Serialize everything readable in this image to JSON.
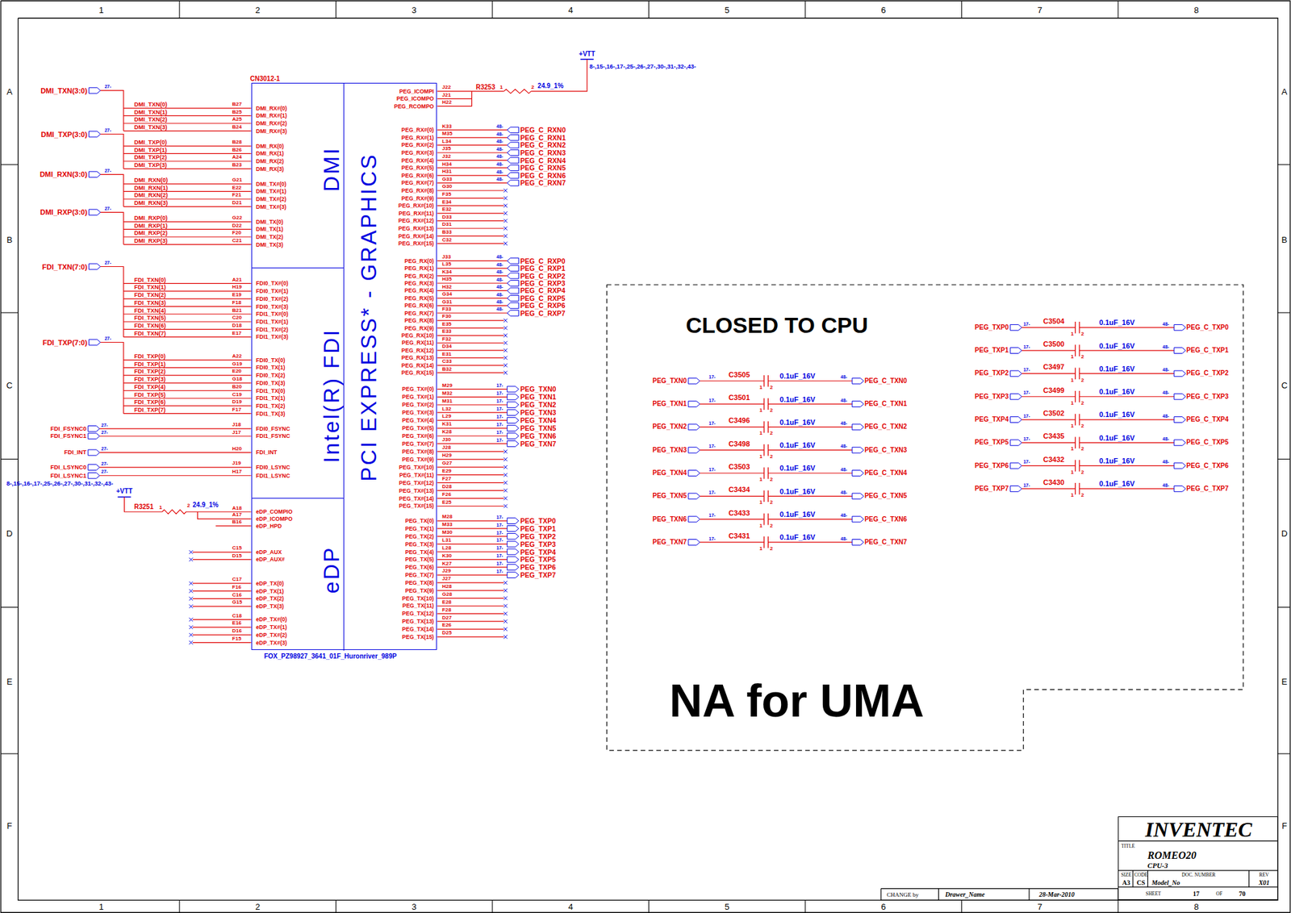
{
  "diagram": {
    "nodes": [
      {
        "text": [
          "CN3012-1",
          "FOX_PZ98927_3641_01F_Huronriver_989P"
        ]
      },
      {
        "text": [
          "DMI"
        ],
        "in": 0
      },
      {
        "text": [
          "Intel(R) FDI"
        ],
        "in": 0
      },
      {
        "text": [
          "eDP"
        ],
        "in": 0
      },
      {
        "text": [
          "PCI EXPRESS* - GRAPHICS"
        ],
        "in": 0
      },
      {
        "text": [
          "CLOSED TO CPU",
          "NA for UMA"
        ]
      },
      {
        "text": [
          "INVENTEC",
          "TITLE",
          "ROMEO20",
          "CPU-3",
          "SIZE",
          "CODE",
          "DOC. NUMBER",
          "REV",
          "A3",
          "CS",
          "Model_No",
          "X01",
          "SHEET",
          "17",
          "OF",
          "70"
        ]
      }
    ],
    "labels": [
      "1",
      "2",
      "3",
      "4",
      "5",
      "6",
      "7",
      "8",
      "1",
      "2",
      "3",
      "4",
      "5",
      "6",
      "7",
      "8",
      "A",
      "B",
      "C",
      "D",
      "E",
      "F",
      "A",
      "B",
      "C",
      "D",
      "E",
      "F",
      "DMI_TXN(3:0)",
      "27-",
      "DMI_TXN(0)",
      "DMI_TXN(1)",
      "DMI_TXN(2)",
      "DMI_TXN(3)",
      "B27",
      "B25",
      "A25",
      "B24",
      "DMI_RX#(0)",
      "DMI_RX#(1)",
      "DMI_RX#(2)",
      "DMI_RX#(3)",
      "DMI_TXP(3:0)",
      "27-",
      "DMI_TXP(0)",
      "DMI_TXP(1)",
      "DMI_TXP(2)",
      "DMI_TXP(3)",
      "B28",
      "B26",
      "A24",
      "B23",
      "DMI_RX(0)",
      "DMI_RX(1)",
      "DMI_RX(2)",
      "DMI_RX(3)",
      "DMI_RXN(3:0)",
      "27-",
      "DMI_RXN(0)",
      "DMI_RXN(1)",
      "DMI_RXN(2)",
      "DMI_RXN(3)",
      "G21",
      "E22",
      "F21",
      "D21",
      "DMI_TX#(0)",
      "DMI_TX#(1)",
      "DMI_TX#(2)",
      "DMI_TX#(3)",
      "DMI_RXP(3:0)",
      "27-",
      "DMI_RXP(0)",
      "DMI_RXP(1)",
      "DMI_RXP(2)",
      "DMI_RXP(3)",
      "G22",
      "D22",
      "F20",
      "C21",
      "DMI_TX(0)",
      "DMI_TX(1)",
      "DMI_TX(2)",
      "DMI_TX(3)",
      "FDI_TXN(7:0)",
      "27-",
      "FDI_TXN(0)",
      "FDI_TXN(1)",
      "FDI_TXN(2)",
      "FDI_TXN(3)",
      "FDI_TXN(4)",
      "FDI_TXN(5)",
      "FDI_TXN(6)",
      "FDI_TXN(7)",
      "A21",
      "H19",
      "E19",
      "F18",
      "B21",
      "C20",
      "D18",
      "E17",
      "FDI0_TX#(0)",
      "FDI0_TX#(1)",
      "FDI0_TX#(2)",
      "FDI0_TX#(3)",
      "FDI1_TX#(0)",
      "FDI1_TX#(1)",
      "FDI1_TX#(2)",
      "FDI1_TX#(3)",
      "FDI_TXP(7:0)",
      "27-",
      "FDI_TXP(0)",
      "FDI_TXP(1)",
      "FDI_TXP(2)",
      "FDI_TXP(3)",
      "FDI_TXP(4)",
      "FDI_TXP(5)",
      "FDI_TXP(6)",
      "FDI_TXP(7)",
      "A22",
      "G19",
      "E20",
      "G18",
      "B20",
      "C19",
      "D19",
      "F17",
      "FDI0_TX(0)",
      "FDI0_TX(1)",
      "FDI0_TX(2)",
      "FDI0_TX(3)",
      "FDI1_TX(0)",
      "FDI1_TX(1)",
      "FDI1_TX(2)",
      "FDI1_TX(3)",
      "FDI_FSYNC0",
      "27-",
      "J18",
      "FDI0_FSYNC",
      "FDI_FSYNC1",
      "27-",
      "J17",
      "FDI1_FSYNC",
      "FDI_INT",
      "27-",
      "H20",
      "FDI_INT",
      "FDI_LSYNC0",
      "27-",
      "J19",
      "FDI0_LSYNC",
      "FDI_LSYNC1",
      "27-",
      "H17",
      "FDI1_LSYNC",
      "8-,15-,16-,17-,25-,26-,27-,30-,31-,32-,43-",
      "+VTT",
      "R3251",
      "1",
      "2",
      "24.9_1%",
      "A18",
      "A17",
      "B16",
      "eDP_COMPIO",
      "eDP_ICOMPO",
      "eDP_HPD",
      "C15",
      "D15",
      "eDP_AUX",
      "eDP_AUX#",
      "C17",
      "F16",
      "C16",
      "G15",
      "eDP_TX(0)",
      "eDP_TX(1)",
      "eDP_TX(2)",
      "eDP_TX(3)",
      "C18",
      "E16",
      "D16",
      "F15",
      "eDP_TX#(0)",
      "eDP_TX#(1)",
      "eDP_TX#(2)",
      "eDP_TX#(3)",
      "+VTT",
      "8-,15-,16-,17-,25-,26-,27-,30-,31-,32-,43-",
      "R3253",
      "1",
      "2",
      "24.9_1%",
      "PEG_ICOMPI",
      "PEG_ICOMPO",
      "PEG_RCOMPO",
      "J22",
      "J21",
      "H22",
      "PEG_RX#(0)",
      "PEG_RX#(1)",
      "PEG_RX#(2)",
      "PEG_RX#(3)",
      "PEG_RX#(4)",
      "PEG_RX#(5)",
      "PEG_RX#(6)",
      "PEG_RX#(7)",
      "PEG_RX#(8)",
      "PEG_RX#(9)",
      "PEG_RX#(10)",
      "PEG_RX#(11)",
      "PEG_RX#(12)",
      "PEG_RX#(13)",
      "PEG_RX#(14)",
      "PEG_RX#(15)",
      "K33",
      "M35",
      "L34",
      "J35",
      "J32",
      "H34",
      "H31",
      "G33",
      "G30",
      "F35",
      "E34",
      "E32",
      "D33",
      "D31",
      "B33",
      "C32",
      "48-",
      "48-",
      "48-",
      "48-",
      "48-",
      "48-",
      "48-",
      "48-",
      "PEG_C_RXN0",
      "PEG_C_RXN1",
      "PEG_C_RXN2",
      "PEG_C_RXN3",
      "PEG_C_RXN4",
      "PEG_C_RXN5",
      "PEG_C_RXN6",
      "PEG_C_RXN7",
      "PEG_RX(0)",
      "PEG_RX(1)",
      "PEG_RX(2)",
      "PEG_RX(3)",
      "PEG_RX(4)",
      "PEG_RX(5)",
      "PEG_RX(6)",
      "PEG_RX(7)",
      "PEG_RX(8)",
      "PEG_RX(9)",
      "PEG_RX(10)",
      "PEG_RX(11)",
      "PEG_RX(12)",
      "PEG_RX(13)",
      "PEG_RX(14)",
      "PEG_RX(15)",
      "J33",
      "L35",
      "K34",
      "H35",
      "H32",
      "G34",
      "G31",
      "F33",
      "F30",
      "E35",
      "E33",
      "F32",
      "D34",
      "E31",
      "C33",
      "B32",
      "48-",
      "48-",
      "48-",
      "48-",
      "48-",
      "48-",
      "48-",
      "48-",
      "PEG_C_RXP0",
      "PEG_C_RXP1",
      "PEG_C_RXP2",
      "PEG_C_RXP3",
      "PEG_C_RXP4",
      "PEG_C_RXP5",
      "PEG_C_RXP6",
      "PEG_C_RXP7",
      "PEG_TX#(0)",
      "PEG_TX#(1)",
      "PEG_TX#(2)",
      "PEG_TX#(3)",
      "PEG_TX#(4)",
      "PEG_TX#(5)",
      "PEG_TX#(6)",
      "PEG_TX#(7)",
      "PEG_TX#(8)",
      "PEG_TX#(9)",
      "PEG_TX#(10)",
      "PEG_TX#(11)",
      "PEG_TX#(12)",
      "PEG_TX#(13)",
      "PEG_TX#(14)",
      "PEG_TX#(15)",
      "M29",
      "M32",
      "M31",
      "L32",
      "L29",
      "K31",
      "K28",
      "J30",
      "J28",
      "H29",
      "G27",
      "E29",
      "F27",
      "D28",
      "F26",
      "E25",
      "17-",
      "17-",
      "17-",
      "17-",
      "17-",
      "17-",
      "17-",
      "17-",
      "PEG_TXN0",
      "PEG_TXN1",
      "PEG_TXN2",
      "PEG_TXN3",
      "PEG_TXN4",
      "PEG_TXN5",
      "PEG_TXN6",
      "PEG_TXN7",
      "PEG_TX(0)",
      "PEG_TX(1)",
      "PEG_TX(2)",
      "PEG_TX(3)",
      "PEG_TX(4)",
      "PEG_TX(5)",
      "PEG_TX(6)",
      "PEG_TX(7)",
      "PEG_TX(8)",
      "PEG_TX(9)",
      "PEG_TX(10)",
      "PEG_TX(11)",
      "PEG_TX(12)",
      "PEG_TX(13)",
      "PEG_TX(14)",
      "PEG_TX(15)",
      "M28",
      "M33",
      "M30",
      "L31",
      "L28",
      "K30",
      "K27",
      "J29",
      "J27",
      "H28",
      "G28",
      "E28",
      "F28",
      "D27",
      "E26",
      "D25",
      "17-",
      "17-",
      "17-",
      "17-",
      "17-",
      "17-",
      "17-",
      "17-",
      "PEG_TXP0",
      "PEG_TXP1",
      "PEG_TXP2",
      "PEG_TXP3",
      "PEG_TXP4",
      "PEG_TXP5",
      "PEG_TXP6",
      "PEG_TXP7",
      "PEG_TXN0",
      "17-",
      "C3505",
      "1",
      "2",
      "0.1uF_16V",
      "48-",
      "PEG_C_TXN0",
      "PEG_TXN1",
      "17-",
      "C3501",
      "1",
      "2",
      "0.1uF_16V",
      "48-",
      "PEG_C_TXN1",
      "PEG_TXN2",
      "17-",
      "C3496",
      "1",
      "2",
      "0.1uF_16V",
      "48-",
      "PEG_C_TXN2",
      "PEG_TXN3",
      "17-",
      "C3498",
      "1",
      "2",
      "0.1uF_16V",
      "48-",
      "PEG_C_TXN3",
      "PEG_TXN4",
      "17-",
      "C3503",
      "1",
      "2",
      "0.1uF_16V",
      "48-",
      "PEG_C_TXN4",
      "PEG_TXN5",
      "17-",
      "C3434",
      "1",
      "2",
      "0.1uF_16V",
      "48-",
      "PEG_C_TXN5",
      "PEG_TXN6",
      "17-",
      "C3433",
      "1",
      "2",
      "0.1uF_16V",
      "48-",
      "PEG_C_TXN6",
      "PEG_TXN7",
      "17-",
      "C3431",
      "1",
      "2",
      "0.1uF_16V",
      "48-",
      "PEG_C_TXN7",
      "PEG_TXP0",
      "17-",
      "C3504",
      "1",
      "2",
      "0.1uF_16V",
      "48-",
      "PEG_C_TXP0",
      "PEG_TXP1",
      "17-",
      "C3500",
      "1",
      "2",
      "0.1uF_16V",
      "48-",
      "PEG_C_TXP1",
      "PEG_TXP2",
      "17-",
      "C3497",
      "1",
      "2",
      "0.1uF_16V",
      "48-",
      "PEG_C_TXP2",
      "PEG_TXP3",
      "17-",
      "C3499",
      "1",
      "2",
      "0.1uF_16V",
      "48-",
      "PEG_C_TXP3",
      "PEG_TXP4",
      "17-",
      "C3502",
      "1",
      "2",
      "0.1uF_16V",
      "48-",
      "PEG_C_TXP4",
      "PEG_TXP5",
      "17-",
      "C3435",
      "1",
      "2",
      "0.1uF_16V",
      "48-",
      "PEG_C_TXP5",
      "PEG_TXP6",
      "17-",
      "C3432",
      "1",
      "2",
      "0.1uF_16V",
      "48-",
      "PEG_C_TXP6",
      "PEG_TXP7",
      "17-",
      "C3430",
      "1",
      "2",
      "0.1uF_16V",
      "48-",
      "PEG_C_TXP7",
      "CHANGE by",
      "Drawer_Name",
      "28-Mar-2010"
    ]
  }
}
